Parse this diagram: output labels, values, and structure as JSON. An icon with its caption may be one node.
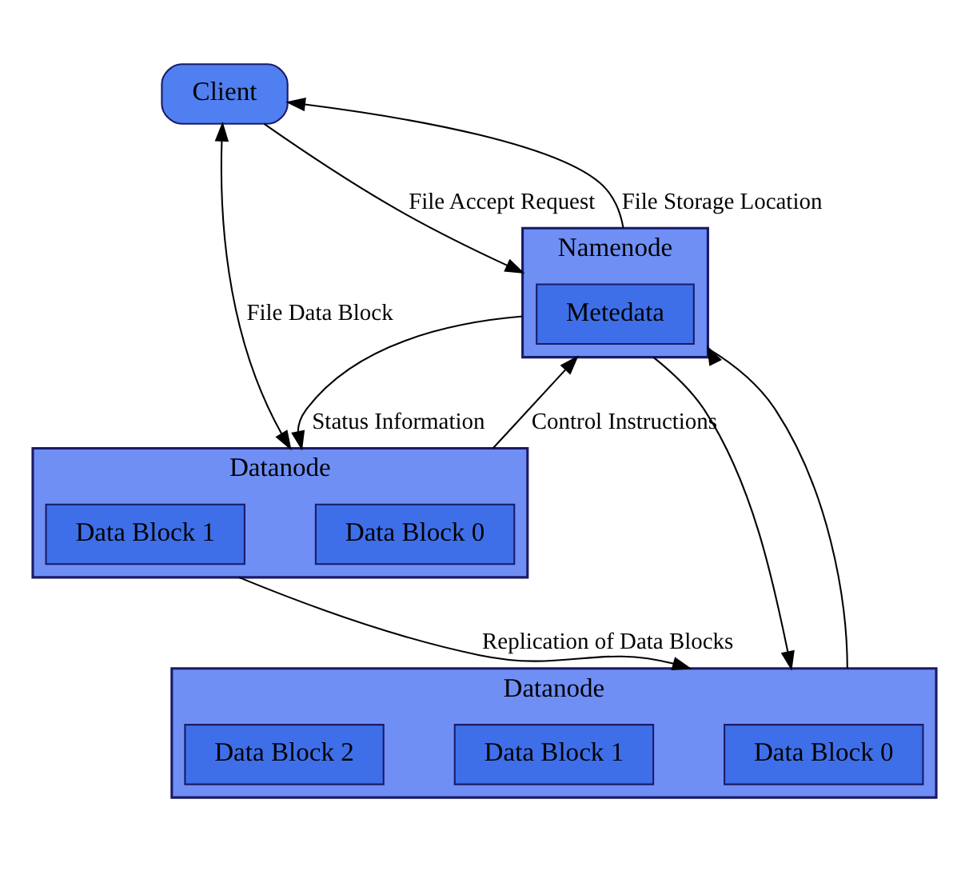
{
  "diagram": {
    "nodes": [
      {
        "text": [
          "Client"
        ]
      },
      {
        "text": [
          "Namenode"
        ]
      },
      {
        "text": [
          "Metedata"
        ],
        "in": 1
      },
      {
        "text": [
          "Datanode"
        ]
      },
      {
        "text": [
          "Data Block 0"
        ],
        "in": 3
      },
      {
        "text": [
          "Data Block 1"
        ],
        "in": 3
      },
      {
        "text": [
          "Datanode"
        ]
      },
      {
        "text": [
          "Data Block 0"
        ],
        "in": 6
      },
      {
        "text": [
          "Data Block 1"
        ],
        "in": 6
      },
      {
        "text": [
          "Data Block 2"
        ],
        "in": 6
      }
    ],
    "edges": [
      {
        "from": 0,
        "to": 1,
        "arrow": "to",
        "label": "File Accept Request"
      },
      {
        "from": 1,
        "to": 0,
        "arrow": "to",
        "label": "File Storage Location"
      },
      {
        "from": 3,
        "to": 0,
        "arrow": "both",
        "label": "File Data Block"
      },
      {
        "from": 3,
        "to": 1,
        "arrow": "to",
        "label": "Control Instructions"
      },
      {
        "from": 1,
        "to": 3,
        "arrow": "to",
        "label": "Status Information"
      },
      {
        "from": 1,
        "to": 6,
        "arrow": "to"
      },
      {
        "from": 6,
        "to": 1,
        "arrow": "to"
      },
      {
        "from": 3,
        "to": 6,
        "arrow": "to",
        "label": "Replication of Data Blocks"
      }
    ]
  }
}
